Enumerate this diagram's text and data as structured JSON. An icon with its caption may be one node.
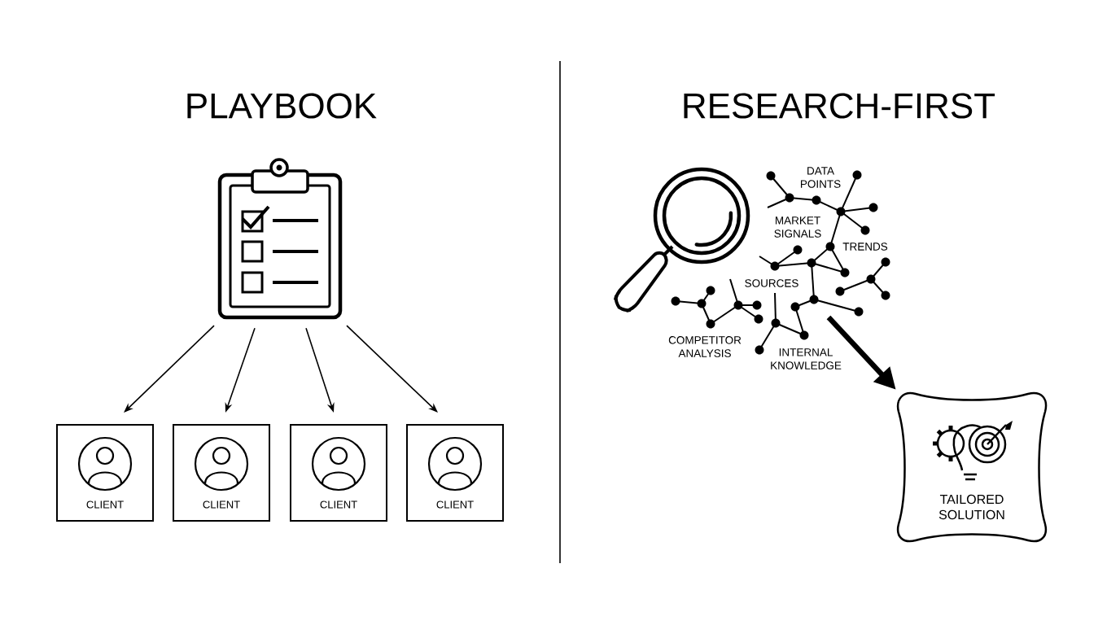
{
  "diagram": {
    "nodes": [
      {
        "text": [],
        "shape": "clipboard"
      },
      {
        "text": [
          "CLIENT"
        ]
      },
      {
        "text": [
          "CLIENT"
        ]
      },
      {
        "text": [
          "CLIENT"
        ]
      },
      {
        "text": [
          "CLIENT"
        ]
      },
      {
        "text": [],
        "shape": "picture"
      },
      {
        "text": [
          "TAILORED SOLUTION"
        ]
      }
    ],
    "edges": [
      {
        "from": 0,
        "to": 1,
        "arrow": "to"
      },
      {
        "from": 0,
        "to": 2,
        "arrow": "to"
      },
      {
        "from": 0,
        "to": 3,
        "arrow": "to"
      },
      {
        "from": 0,
        "to": 4,
        "arrow": "to"
      },
      {
        "from": 5,
        "to": 6,
        "arrow": "to",
        "style": "thick"
      }
    ],
    "labels": [
      "PLAYBOOK",
      "RESEARCH-FIRST",
      "DATA POINTS",
      "MARKET SIGNALS",
      "TRENDS",
      "SOURCES",
      "COMPETITOR ANALYSIS",
      "INTERNAL KNOWLEDGE"
    ]
  }
}
